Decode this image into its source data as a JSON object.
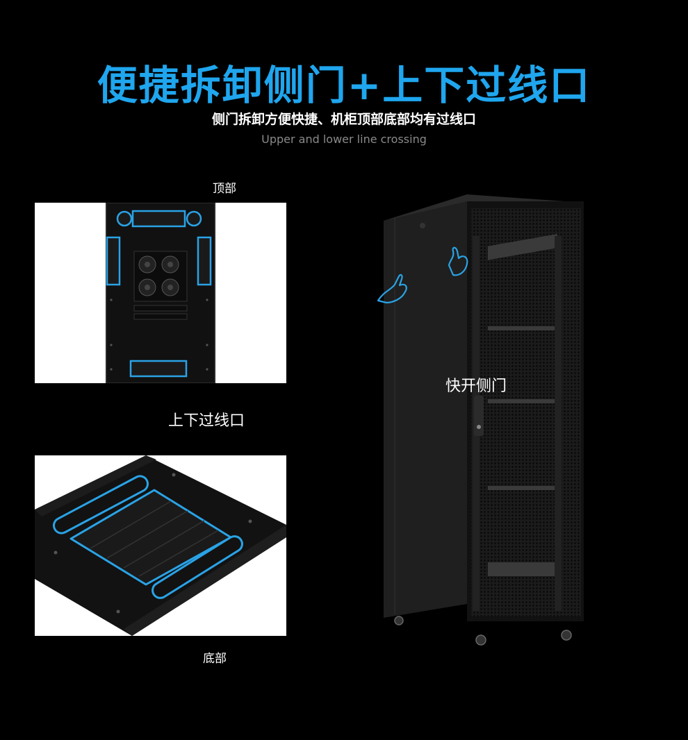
{
  "header": {
    "title": "便捷拆卸侧门+上下过线口",
    "subtitle": "侧门拆卸方便快捷、机柜顶部底部均有过线口",
    "subtitle_en": "Upper and lower line crossing"
  },
  "labels": {
    "top": "顶部",
    "middle": "上下过线口",
    "bottom": "底部",
    "door": "快开侧门"
  },
  "colors": {
    "accent": "#1fa6ee",
    "background": "#000000",
    "highlight_outline": "#2aa3e6"
  },
  "icons": {
    "hand_left": "hand-pointer-icon",
    "hand_right": "hand-pointer-icon"
  }
}
